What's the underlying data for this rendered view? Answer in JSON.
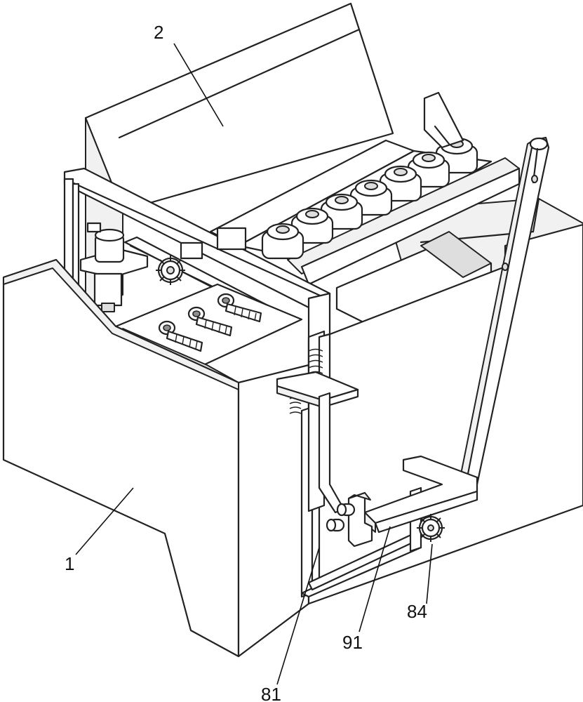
{
  "labels": {
    "part_1": "1",
    "part_2": "2",
    "part_81": "81",
    "part_84": "84",
    "part_91": "91"
  }
}
